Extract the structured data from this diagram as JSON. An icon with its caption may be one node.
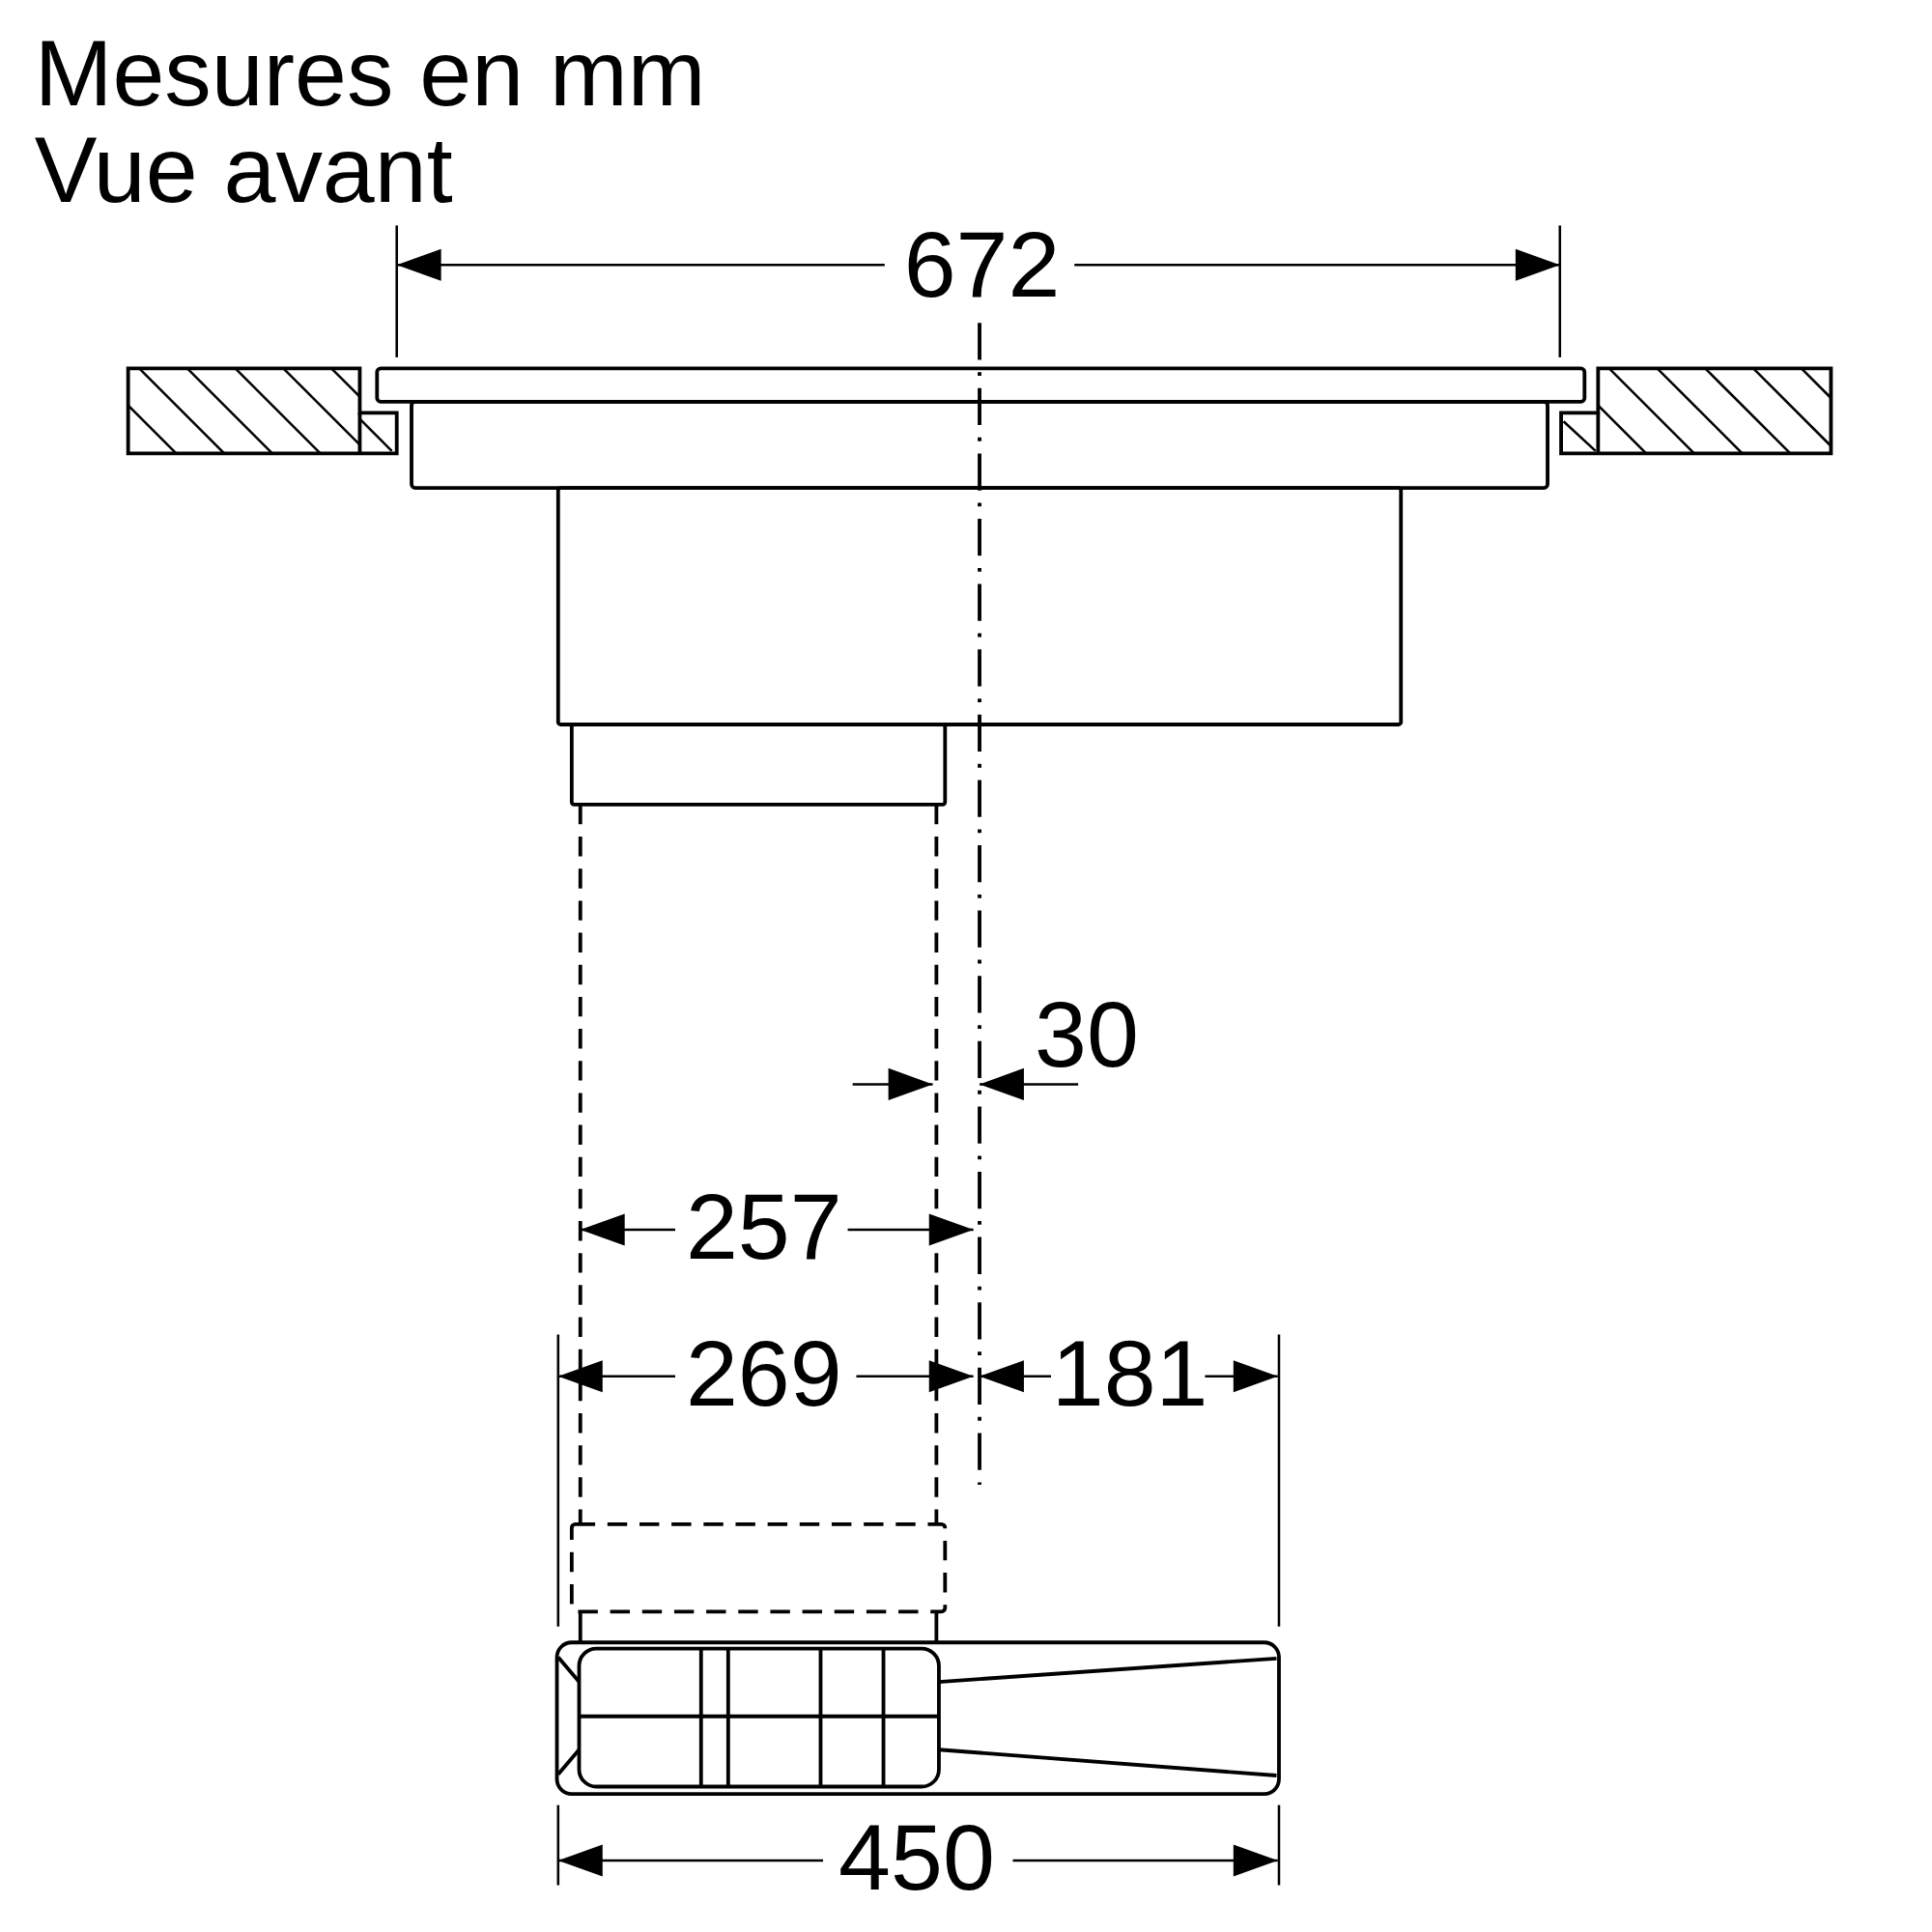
{
  "diagram": {
    "title": "Mesures en mm",
    "labels": [
      "Vue avant",
      "672",
      "30",
      "257",
      "269",
      "181",
      "450"
    ]
  }
}
